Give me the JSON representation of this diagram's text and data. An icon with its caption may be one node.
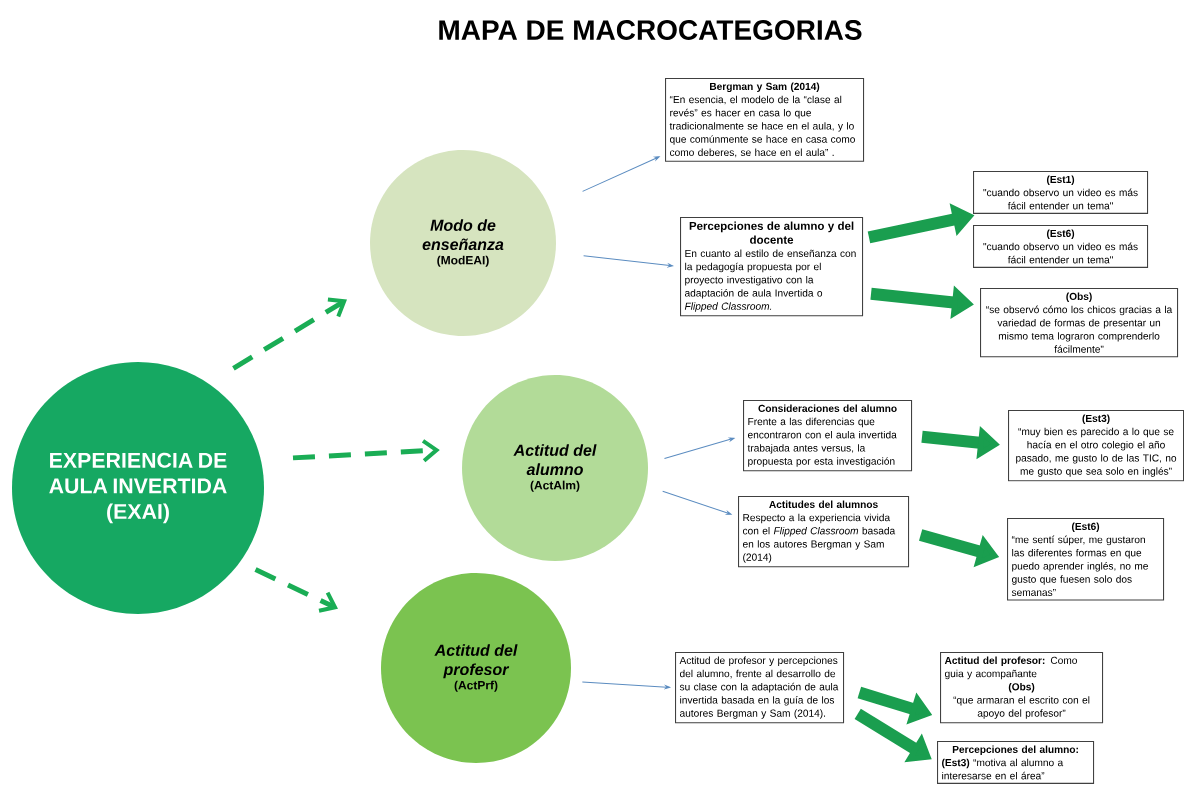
{
  "diagram": {
    "title": "MAPA DE MACROCATEGORIAS",
    "nodes": [
      {
        "text": [
          "EXPERIENCIA DE AULA INVERTIDA (EXAI)"
        ]
      },
      {
        "text": [
          "Modo de enseñanza",
          "(ModEAI)"
        ]
      },
      {
        "text": [
          "Actitud del alumno",
          "(ActAlm)"
        ]
      },
      {
        "text": [
          "Actitud del profesor",
          "(ActPrf)"
        ]
      },
      {
        "text": [
          "Bergman y Sam (2014)",
          "“En esencia, el modelo de la “clase al revés” es hacer en casa lo que tradicionalmente se hace en el aula, y lo que comúnmente se hace en casa como como deberes, se hace en el aula” ."
        ]
      },
      {
        "text": [
          "Percepciones de alumno y del docente",
          "En cuanto al estilo de enseñanza con la pedagogía propuesta por el proyecto investigativo con la adaptación de aula Invertida o *Flipped Classroom.*"
        ]
      },
      {
        "text": [
          "(Est1)",
          "\"cuando observo un video es más fácil entender un tema\""
        ]
      },
      {
        "text": [
          "(Est6)",
          "\"cuando observo un video es más fácil entender un tema\""
        ]
      },
      {
        "text": [
          "(Obs)",
          "“se observó cómo los chicos gracias a la variedad de formas de presentar un mismo tema lograron comprenderlo fácilmente”"
        ]
      },
      {
        "text": [
          "Consideraciones del alumno",
          "Frente a las diferencias que encontraron con el aula invertida trabajada antes versus, la propuesta por esta investigación"
        ]
      },
      {
        "text": [
          "(Est3)",
          "“muy bien es parecido a lo que se hacía en el otro colegio el año pasado, me gusto lo de las TIC, no me gusto que sea solo en inglés”"
        ]
      },
      {
        "text": [
          "Actitudes del alumnos",
          "Respecto a la experiencia vivida con el *Flipped Classroom* basada en los autores Bergman y Sam (2014)"
        ]
      },
      {
        "text": [
          "(Est6)",
          "“me sentí súper, me gustaron las diferentes formas en que puedo aprender inglés, no me gusto que fuesen solo dos semanas”"
        ]
      },
      {
        "text": [
          "Actitud de profesor y percepciones del alumno, frente al desarrollo de su clase con la adaptación de aula invertida basada en la guía de los autores Bergman y Sam (2014)."
        ]
      },
      {
        "text": [
          "**Actitud del profesor:** Como guia y acompañante",
          "(Obs)",
          "“que armaran el escrito con el apoyo del profesor”"
        ]
      },
      {
        "text": [
          "Percepciones del alumno:",
          "**(Est3)** “motiva al alumno a interesarse en el área”"
        ]
      }
    ],
    "edges": [
      {
        "from": 0,
        "to": 1,
        "arrow": "to",
        "style": "dashed",
        "color": "#1aad55"
      },
      {
        "from": 0,
        "to": 2,
        "arrow": "to",
        "style": "dashed",
        "color": "#1aad55"
      },
      {
        "from": 0,
        "to": 3,
        "arrow": "to",
        "style": "dashed",
        "color": "#1aad55"
      },
      {
        "from": 1,
        "to": 4,
        "arrow": "to",
        "color": "#5b8cc0"
      },
      {
        "from": 1,
        "to": 5,
        "arrow": "to",
        "color": "#5b8cc0"
      },
      {
        "from": 5,
        "to": 6,
        "arrow": "to",
        "style": "thick"
      },
      {
        "from": 5,
        "to": 8,
        "arrow": "to",
        "style": "thick"
      },
      {
        "from": 2,
        "to": 9,
        "arrow": "to",
        "color": "#5b8cc0"
      },
      {
        "from": 2,
        "to": 11,
        "arrow": "to",
        "color": "#5b8cc0"
      },
      {
        "from": 9,
        "to": 10,
        "arrow": "to",
        "style": "thick"
      },
      {
        "from": 11,
        "to": 12,
        "arrow": "to",
        "style": "thick"
      },
      {
        "from": 3,
        "to": 13,
        "arrow": "to",
        "color": "#5b8cc0"
      },
      {
        "from": 13,
        "to": 14,
        "arrow": "to",
        "style": "thick"
      },
      {
        "from": 13,
        "to": 15,
        "arrow": "to",
        "style": "thick"
      }
    ]
  }
}
